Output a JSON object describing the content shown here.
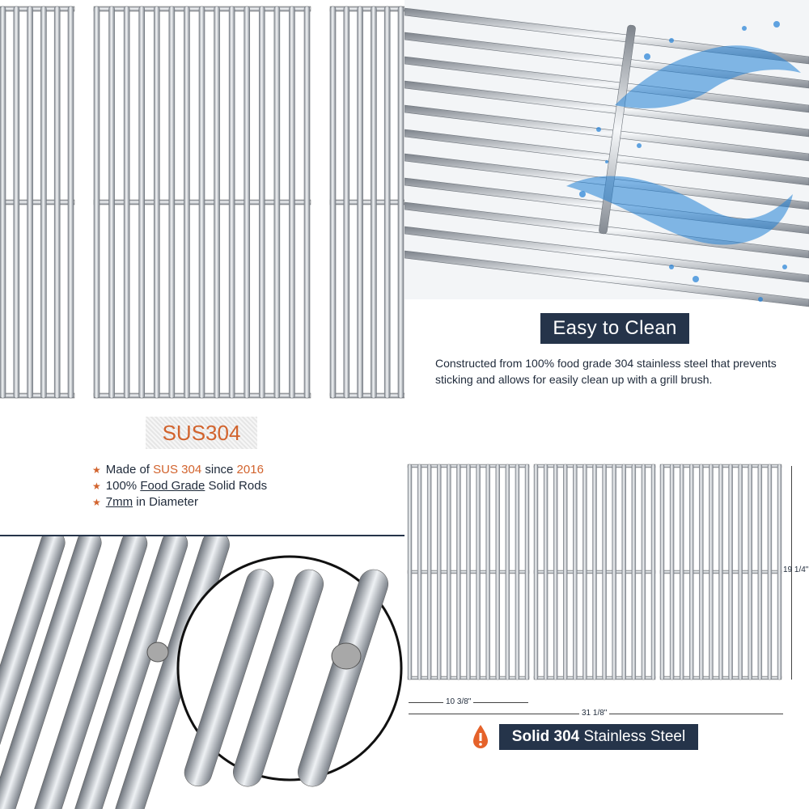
{
  "easy_clean": {
    "badge": "Easy to Clean",
    "description": "Constructed from 100% food grade 304 stainless steel that prevents sticking and allows for easily clean up with a grill brush."
  },
  "material": {
    "stamp": "SUS304",
    "features": [
      {
        "parts": [
          "Made of ",
          "SUS 304",
          " since ",
          "2016"
        ]
      },
      {
        "parts": [
          "100% ",
          "Food Grade",
          " Solid Rods"
        ]
      },
      {
        "parts": [
          "7mm",
          " in Diameter"
        ]
      }
    ]
  },
  "dimensions": {
    "height": "19 1/4\"",
    "section_width": "10 3/8\"",
    "total_width": "31 1/8\""
  },
  "solid_badge": {
    "bold": "Solid 304",
    "rest": " Stainless Steel"
  },
  "colors": {
    "accent": "#d2632d",
    "navy": "#25344a",
    "water": "#1f7fd6"
  },
  "icons": [
    "star-icon",
    "warning-drop-icon"
  ]
}
